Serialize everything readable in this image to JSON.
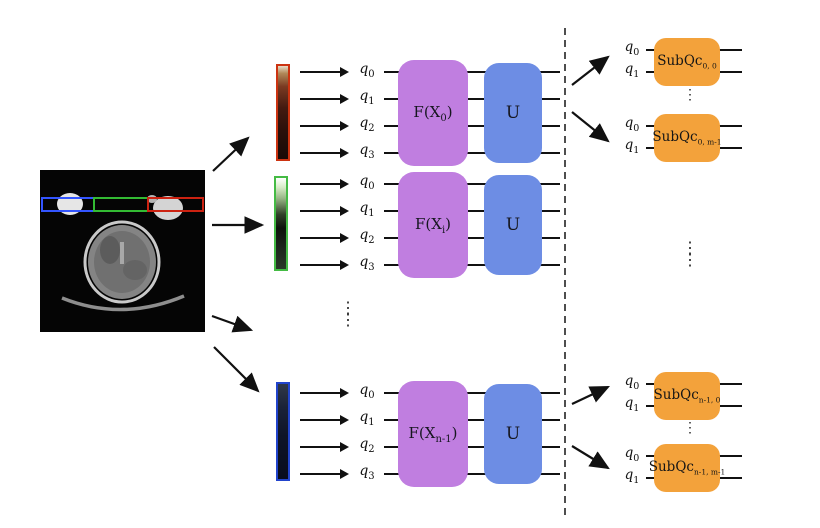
{
  "colors": {
    "feature_gate_fill": "#c07ee0",
    "unitary_gate_fill": "#6d8de4",
    "subqc_gate_fill": "#f3a23b",
    "strip_red_border": "#cc3311",
    "strip_green_border": "#44bb44",
    "strip_blue_border": "#2244cc"
  },
  "misc": {
    "vdots": "⋮"
  },
  "circuits": [
    {
      "qubits": [
        {
          "base": "q",
          "sub": "0"
        },
        {
          "base": "q",
          "sub": "1"
        },
        {
          "base": "q",
          "sub": "2"
        },
        {
          "base": "q",
          "sub": "3"
        }
      ],
      "f_gate": {
        "pre": "F(X",
        "sub": "0",
        "post": ")"
      },
      "u_gate": "U"
    },
    {
      "qubits": [
        {
          "base": "q",
          "sub": "0"
        },
        {
          "base": "q",
          "sub": "1"
        },
        {
          "base": "q",
          "sub": "2"
        },
        {
          "base": "q",
          "sub": "3"
        }
      ],
      "f_gate": {
        "pre": "F(X",
        "sub": "i",
        "post": ")"
      },
      "u_gate": "U"
    },
    {
      "qubits": [
        {
          "base": "q",
          "sub": "0"
        },
        {
          "base": "q",
          "sub": "1"
        },
        {
          "base": "q",
          "sub": "2"
        },
        {
          "base": "q",
          "sub": "3"
        }
      ],
      "f_gate": {
        "pre": "F(X",
        "sub": "n-1",
        "post": ")"
      },
      "u_gate": "U"
    }
  ],
  "subqc_blocks": [
    {
      "qubits": [
        {
          "base": "q",
          "sub": "0"
        },
        {
          "base": "q",
          "sub": "1"
        }
      ],
      "label": "SubQc",
      "sub": "0, 0"
    },
    {
      "qubits": [
        {
          "base": "q",
          "sub": "0"
        },
        {
          "base": "q",
          "sub": "1"
        }
      ],
      "label": "SubQc",
      "sub": "0, m-1"
    },
    {
      "qubits": [
        {
          "base": "q",
          "sub": "0"
        },
        {
          "base": "q",
          "sub": "1"
        }
      ],
      "label": "SubQc",
      "sub": "n-1, 0"
    },
    {
      "qubits": [
        {
          "base": "q",
          "sub": "0"
        },
        {
          "base": "q",
          "sub": "1"
        }
      ],
      "label": "SubQc",
      "sub": "n-1, m-1"
    }
  ]
}
